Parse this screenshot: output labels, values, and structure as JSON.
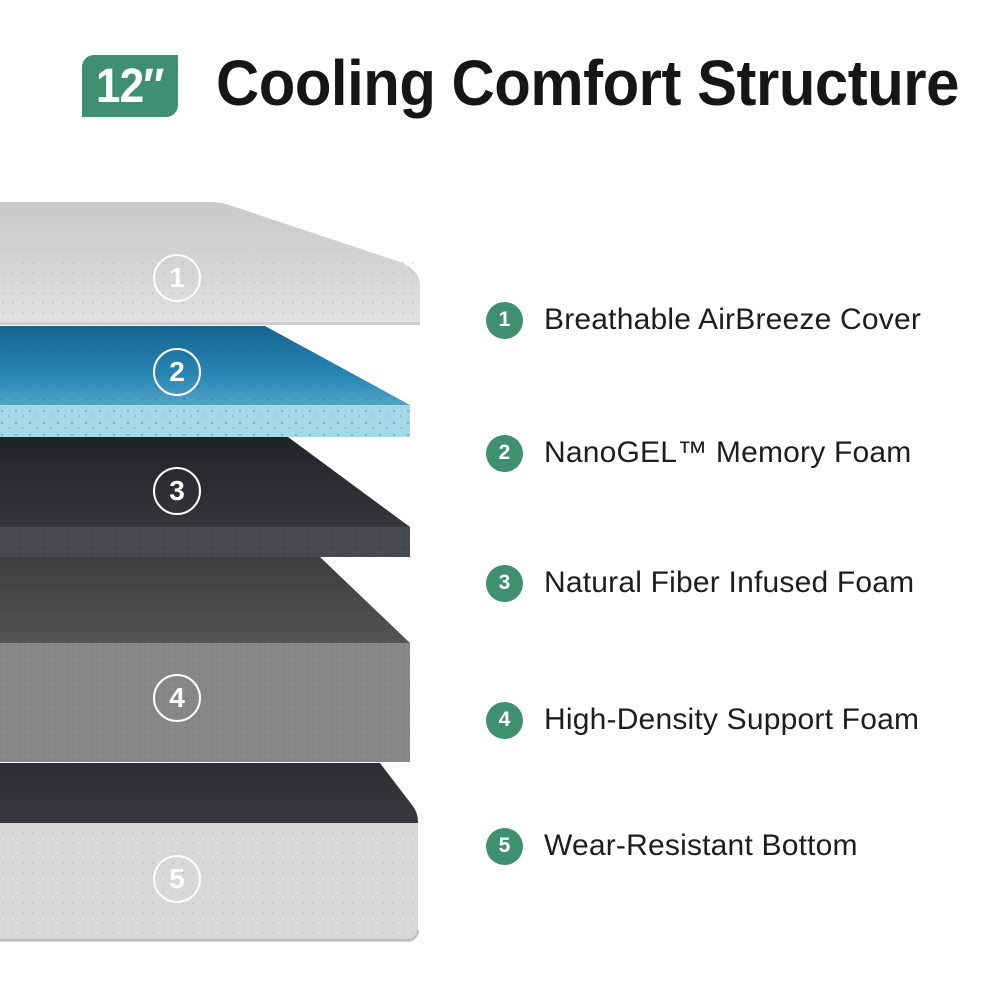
{
  "header": {
    "badge": "12″",
    "title": "Cooling Comfort Structure"
  },
  "colors": {
    "accent_green": "#3f8f72",
    "title_text": "#161616",
    "cover_white": "#dcdcdc",
    "gel_blue_dark": "#1a6f9c",
    "gel_blue_light": "#a8dbe8",
    "fiber_foam": "#3a3b3e",
    "support_foam": "#8a8a8a"
  },
  "layers": [
    {
      "number": "1",
      "name": "Breathable AirBreeze Cover"
    },
    {
      "number": "2",
      "name": "NanoGEL™ Memory Foam"
    },
    {
      "number": "3",
      "name": "Natural Fiber Infused Foam"
    },
    {
      "number": "4",
      "name": "High-Density Support Foam"
    },
    {
      "number": "5",
      "name": "Wear-Resistant Bottom"
    }
  ]
}
